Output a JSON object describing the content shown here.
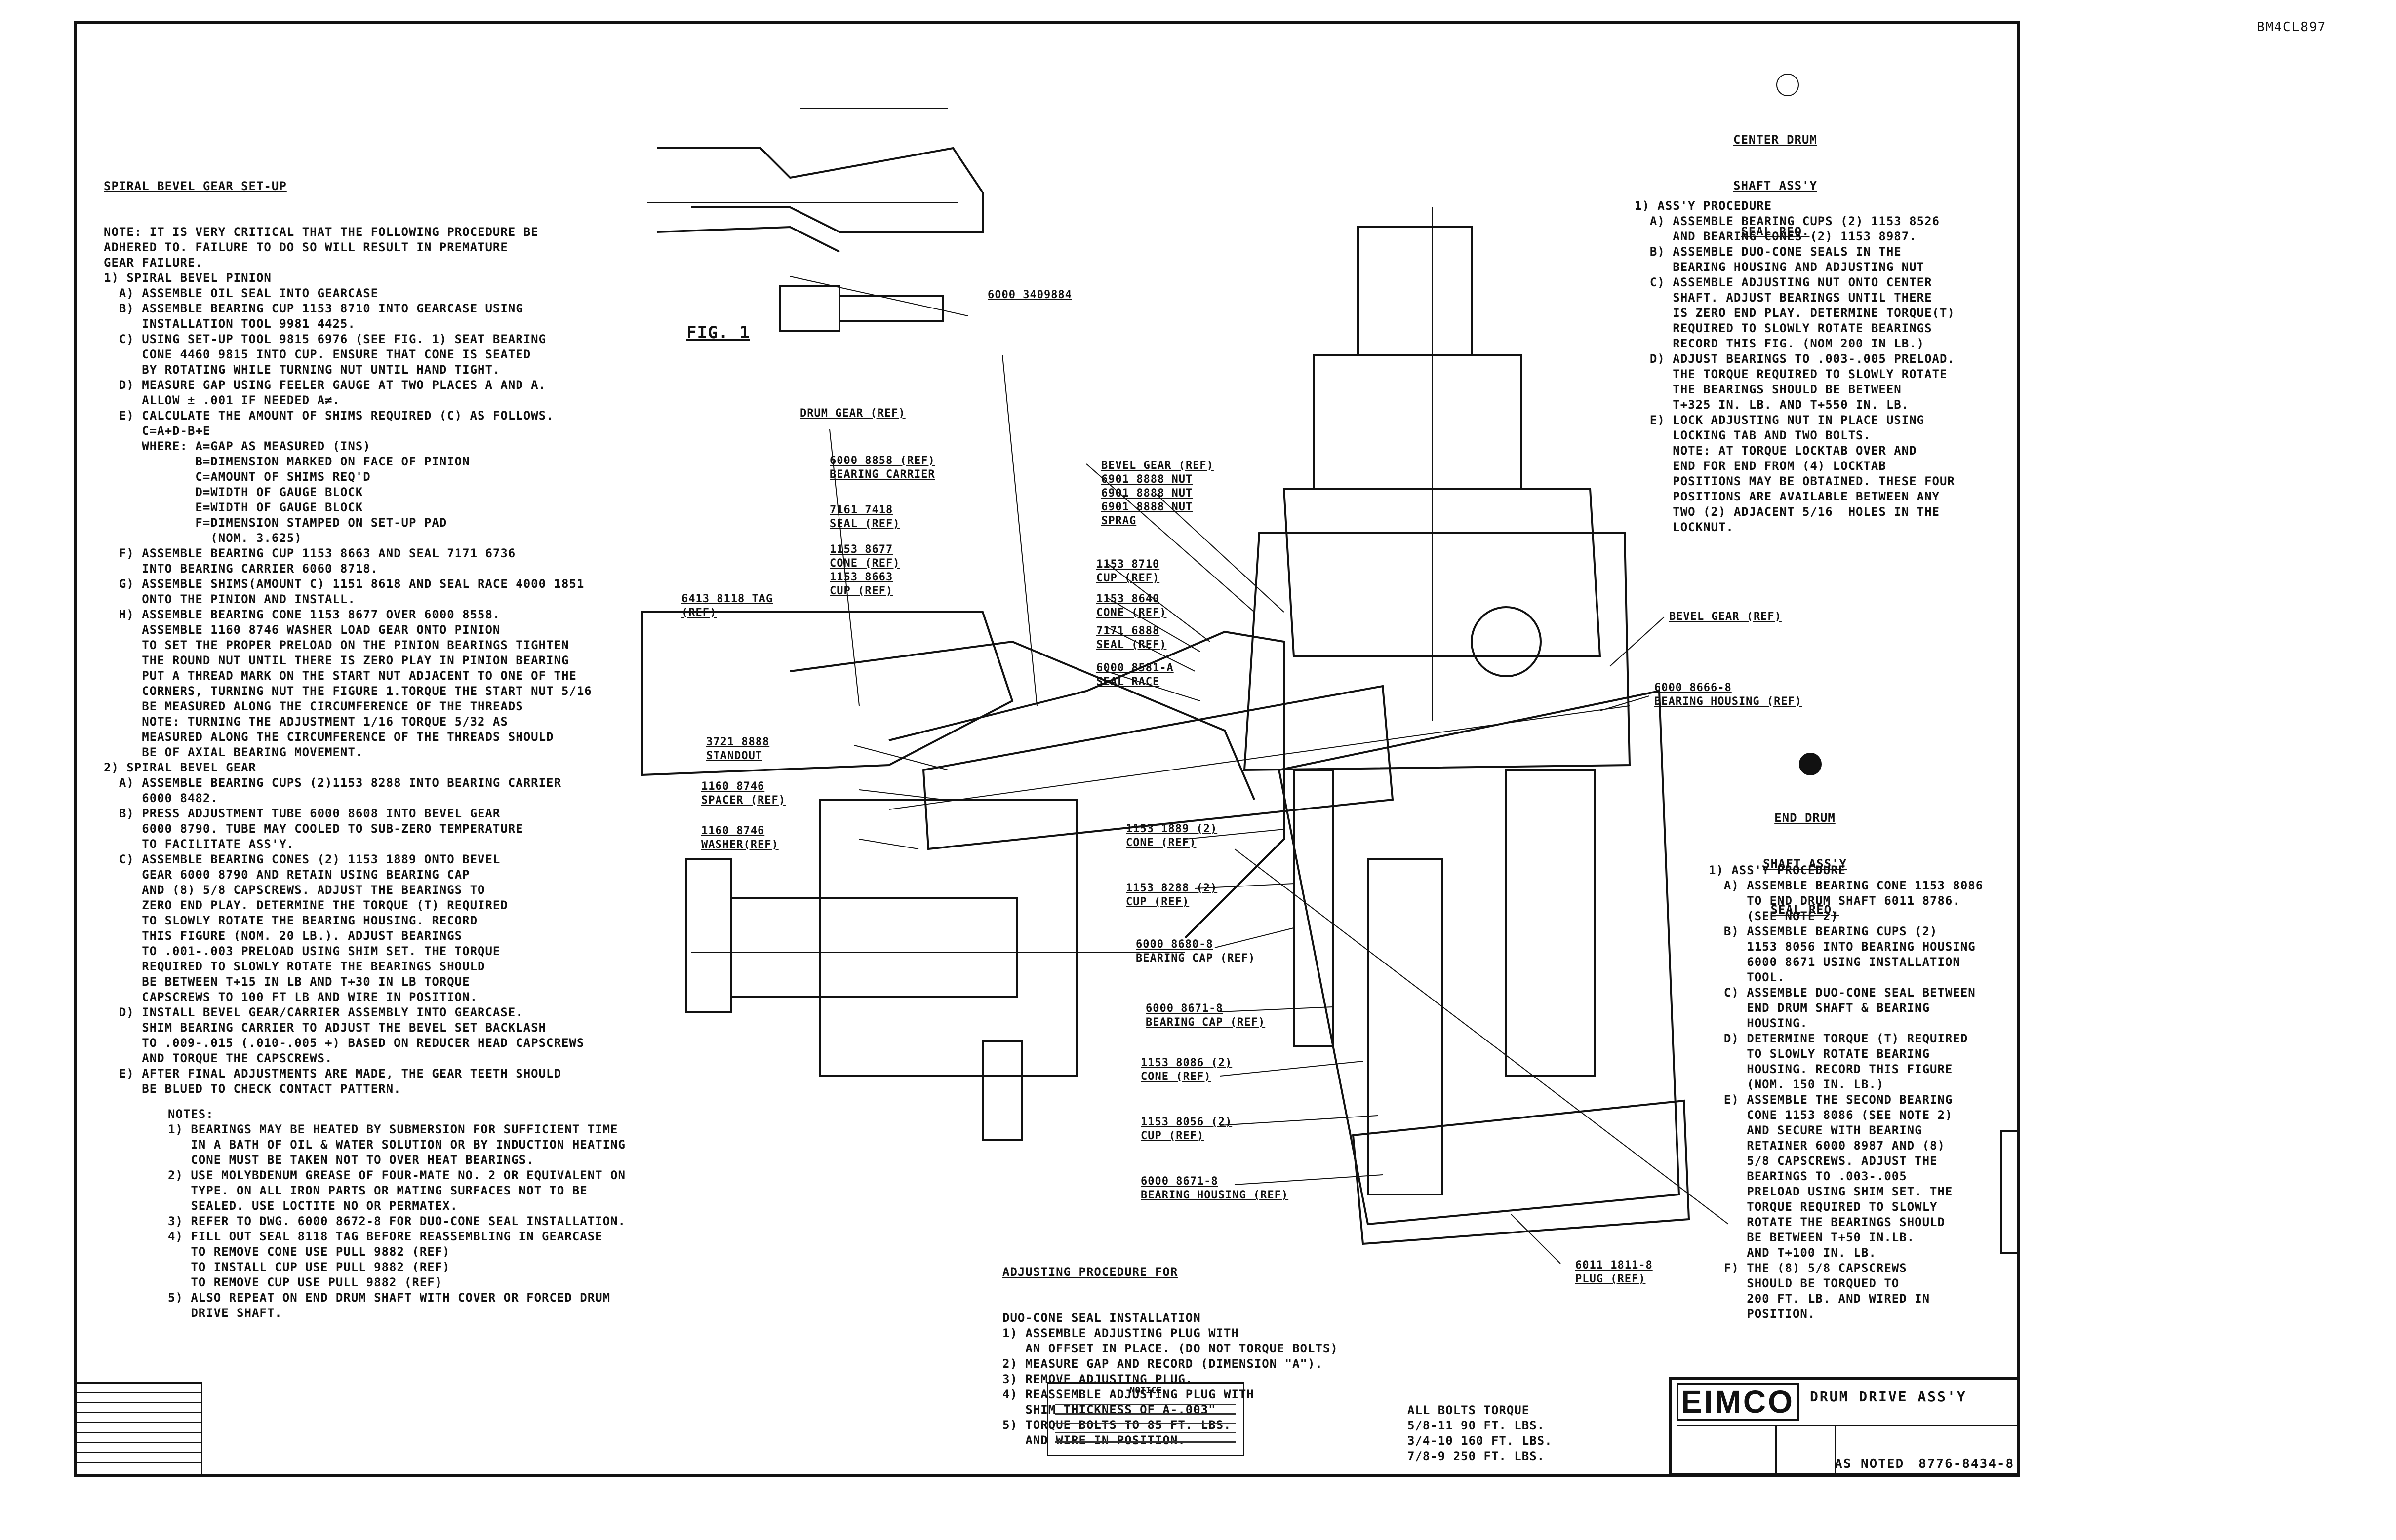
{
  "stamp": "BM4CL897",
  "notes": {
    "setup_title": "SPIRAL BEVEL GEAR SET-UP",
    "setup_body": [
      "NOTE: IT IS VERY CRITICAL THAT THE FOLLOWING PROCEDURE BE",
      "ADHERED TO. FAILURE TO DO SO WILL RESULT IN PREMATURE",
      "GEAR FAILURE.",
      "1) SPIRAL BEVEL PINION",
      "  A) ASSEMBLE OIL SEAL INTO GEARCASE",
      "  B) ASSEMBLE BEARING CUP 1153 8710 INTO GEARCASE USING",
      "     INSTALLATION TOOL 9981 4425.",
      "  C) USING SET-UP TOOL 9815 6976 (SEE FIG. 1) SEAT BEARING",
      "     CONE 4460 9815 INTO CUP. ENSURE THAT CONE IS SEATED",
      "     BY ROTATING WHILE TURNING NUT UNTIL HAND TIGHT.",
      "  D) MEASURE GAP USING FEELER GAUGE AT TWO PLACES A AND A.",
      "     ALLOW ± .001 IF NEEDED A≠.",
      "  E) CALCULATE THE AMOUNT OF SHIMS REQUIRED (C) AS FOLLOWS.",
      "     C=A+D-B+E",
      "     WHERE: A=GAP AS MEASURED (INS)",
      "            B=DIMENSION MARKED ON FACE OF PINION",
      "            C=AMOUNT OF SHIMS REQ'D",
      "            D=WIDTH OF GAUGE BLOCK",
      "            E=WIDTH OF GAUGE BLOCK",
      "            F=DIMENSION STAMPED ON SET-UP PAD",
      "              (NOM. 3.625)",
      "  F) ASSEMBLE BEARING CUP 1153 8663 AND SEAL 7171 6736",
      "     INTO BEARING CARRIER 6060 8718.",
      "  G) ASSEMBLE SHIMS(AMOUNT C) 1151 8618 AND SEAL RACE 4000 1851",
      "     ONTO THE PINION AND INSTALL.",
      "  H) ASSEMBLE BEARING CONE 1153 8677 OVER 6000 8558.",
      "     ASSEMBLE 1160 8746 WASHER LOAD GEAR ONTO PINION",
      "     TO SET THE PROPER PRELOAD ON THE PINION BEARINGS TIGHTEN",
      "     THE ROUND NUT UNTIL THERE IS ZERO PLAY IN PINION BEARING",
      "     PUT A THREAD MARK ON THE START NUT ADJACENT TO ONE OF THE",
      "     CORNERS, TURNING NUT THE FIGURE 1.TORQUE THE START NUT 5/16",
      "     BE MEASURED ALONG THE CIRCUMFERENCE OF THE THREADS",
      "     NOTE: TURNING THE ADJUSTMENT 1/16 TORQUE 5/32 AS",
      "     MEASURED ALONG THE CIRCUMFERENCE OF THE THREADS SHOULD",
      "     BE OF AXIAL BEARING MOVEMENT.",
      "2) SPIRAL BEVEL GEAR",
      "  A) ASSEMBLE BEARING CUPS (2)1153 8288 INTO BEARING CARRIER",
      "     6000 8482.",
      "  B) PRESS ADJUSTMENT TUBE 6000 8608 INTO BEVEL GEAR",
      "     6000 8790. TUBE MAY COOLED TO SUB-ZERO TEMPERATURE",
      "     TO FACILITATE ASS'Y.",
      "  C) ASSEMBLE BEARING CONES (2) 1153 1889 ONTO BEVEL",
      "     GEAR 6000 8790 AND RETAIN USING BEARING CAP",
      "     AND (8) 5/8 CAPSCREWS. ADJUST THE BEARINGS TO",
      "     ZERO END PLAY. DETERMINE THE TORQUE (T) REQUIRED",
      "     TO SLOWLY ROTATE THE BEARING HOUSING. RECORD",
      "     THIS FIGURE (NOM. 20 LB.). ADJUST BEARINGS",
      "     TO .001-.003 PRELOAD USING SHIM SET. THE TORQUE",
      "     REQUIRED TO SLOWLY ROTATE THE BEARINGS SHOULD",
      "     BE BETWEEN T+15 IN LB AND T+30 IN LB TORQUE",
      "     CAPSCREWS TO 100 FT LB AND WIRE IN POSITION.",
      "  D) INSTALL BEVEL GEAR/CARRIER ASSEMBLY INTO GEARCASE.",
      "     SHIM BEARING CARRIER TO ADJUST THE BEVEL SET BACKLASH",
      "     TO .009-.015 (.010-.005 +) BASED ON REDUCER HEAD CAPSCREWS",
      "     AND TORQUE THE CAPSCREWS.",
      "  E) AFTER FINAL ADJUSTMENTS ARE MADE, THE GEAR TEETH SHOULD",
      "     BE BLUED TO CHECK CONTACT PATTERN."
    ],
    "right_title_1": "CENTER DRUM",
    "right_title_2": "SHAFT ASS'Y",
    "right_title_3": "SEAL REQ.",
    "right_body": [
      "1) ASS'Y PROCEDURE",
      "  A) ASSEMBLE BEARING CUPS (2) 1153 8526",
      "     AND BEARING CONES (2) 1153 8987.",
      "  B) ASSEMBLE DUO-CONE SEALS IN THE",
      "     BEARING HOUSING AND ADJUSTING NUT",
      "  C) ASSEMBLE ADJUSTING NUT ONTO CENTER",
      "     SHAFT. ADJUST BEARINGS UNTIL THERE",
      "     IS ZERO END PLAY. DETERMINE TORQUE(T)",
      "     REQUIRED TO SLOWLY ROTATE BEARINGS",
      "     RECORD THIS FIG. (NOM 200 IN LB.)",
      "  D) ADJUST BEARINGS TO .003-.005 PRELOAD.",
      "     THE TORQUE REQUIRED TO SLOWLY ROTATE",
      "     THE BEARINGS SHOULD BE BETWEEN",
      "     T+325 IN. LB. AND T+550 IN. LB.",
      "  E) LOCK ADJUSTING NUT IN PLACE USING",
      "     LOCKING TAB AND TWO BOLTS.",
      "     NOTE: AT TORQUE LOCKTAB OVER AND",
      "     END FOR END FROM (4) LOCKTAB",
      "     POSITIONS MAY BE OBTAINED. THESE FOUR",
      "     POSITIONS ARE AVAILABLE BETWEEN ANY",
      "     TWO (2) ADJACENT 5/16  HOLES IN THE",
      "     LOCKNUT."
    ],
    "end_title_1": "END DRUM",
    "end_title_2": "SHAFT ASS'Y",
    "end_title_3": "SEAL REQ.",
    "end_body": [
      "1) ASS'Y PROCEDURE",
      "  A) ASSEMBLE BEARING CONE 1153 8086",
      "     TO END DRUM SHAFT 6011 8786.",
      "     (SEE NOTE 2)",
      "  B) ASSEMBLE BEARING CUPS (2)",
      "     1153 8056 INTO BEARING HOUSING",
      "     6000 8671 USING INSTALLATION",
      "     TOOL.",
      "  C) ASSEMBLE DUO-CONE SEAL BETWEEN",
      "     END DRUM SHAFT & BEARING",
      "     HOUSING.",
      "  D) DETERMINE TORQUE (T) REQUIRED",
      "     TO SLOWLY ROTATE BEARING",
      "     HOUSING. RECORD THIS FIGURE",
      "     (NOM. 150 IN. LB.)",
      "  E) ASSEMBLE THE SECOND BEARING",
      "     CONE 1153 8086 (SEE NOTE 2)",
      "     AND SECURE WITH BEARING",
      "     RETAINER 6000 8987 AND (8)",
      "     5/8 CAPSCREWS. ADJUST THE",
      "     BEARINGS TO .003-.005",
      "     PRELOAD USING SHIM SET. THE",
      "     TORQUE REQUIRED TO SLOWLY",
      "     ROTATE THE BEARINGS SHOULD",
      "     BE BETWEEN T+50 IN.LB.",
      "     AND T+100 IN. LB.",
      "  F) THE (8) 5/8 CAPSCREWS",
      "     SHOULD BE TORQUED TO",
      "     200 FT. LB. AND WIRED IN",
      "     POSITION."
    ],
    "bottom_notes": [
      "NOTES:",
      "1) BEARINGS MAY BE HEATED BY SUBMERSION FOR SUFFICIENT TIME",
      "   IN A BATH OF OIL & WATER SOLUTION OR BY INDUCTION HEATING",
      "   CONE MUST BE TAKEN NOT TO OVER HEAT BEARINGS.",
      "2) USE MOLYBDENUM GREASE OF FOUR-MATE NO. 2 OR EQUIVALENT ON",
      "   TYPE. ON ALL IRON PARTS OR MATING SURFACES NOT TO BE",
      "   SEALED. USE LOCTITE NO OR PERMATEX.",
      "3) REFER TO DWG. 6000 8672-8 FOR DUO-CONE SEAL INSTALLATION.",
      "4) FILL OUT SEAL 8118 TAG BEFORE REASSEMBLING IN GEARCASE",
      "   TO REMOVE CONE USE PULL 9882 (REF)",
      "   TO INSTALL CUP USE PULL 9882 (REF)",
      "   TO REMOVE CUP USE PULL 9882 (REF)",
      "5) ALSO REPEAT ON END DRUM SHAFT WITH COVER OR FORCED DRUM",
      "   DRIVE SHAFT."
    ],
    "adjust_title": "ADJUSTING PROCEDURE FOR",
    "adjust_body": [
      "DUO-CONE SEAL INSTALLATION",
      "1) ASSEMBLE ADJUSTING PLUG WITH",
      "   AN OFFSET IN PLACE. (DO NOT TORQUE BOLTS)",
      "2) MEASURE GAP AND RECORD (DIMENSION \"A\").",
      "3) REMOVE ADJUSTING PLUG.",
      "4) REASSEMBLE ADJUSTING PLUG WITH",
      "   SHIM THICKNESS OF A-.003\"",
      "5) TORQUE BOLTS TO 85 FT. LBS.",
      "   AND WIRE IN POSITION."
    ],
    "torque_body": [
      "ALL BOLTS TORQUE",
      "5/8-11 90 FT. LBS.",
      "3/4-10 160 FT. LBS.",
      "7/8-9 250 FT. LBS."
    ]
  },
  "callouts": [
    {
      "text": "6000 8858 (REF)\nBEARING CARRIER"
    },
    {
      "text": "7161 7418\nSEAL (REF)"
    },
    {
      "text": "1153 8677\nCONE (REF)\n1153 8663\nCUP (REF)"
    },
    {
      "text": "BEVEL GEAR (REF)\n6901 8888 NUT\n6901 8888 NUT\n6901 8888 NUT\nSPRAG"
    },
    {
      "text": "1153 8710\nCUP (REF)"
    },
    {
      "text": "1153 8640\nCONE (REF)"
    },
    {
      "text": "7171 6888\nSEAL (REF)"
    },
    {
      "text": "6000 8581-A\nSEAL RACE"
    },
    {
      "text": "BEVEL GEAR (REF)"
    },
    {
      "text": "6000 8666-8\nBEARING HOUSING (REF)"
    },
    {
      "text": "6413 8118 TAG\n(REF)"
    },
    {
      "text": "3721 8888\nSTANDOUT"
    },
    {
      "text": "1160 8746\nSPACER (REF)"
    },
    {
      "text": "1160 8746\nWASHER(REF)"
    },
    {
      "text": "1153 1889 (2)\nCONE (REF)"
    },
    {
      "text": "1153 8288 (2)\nCUP (REF)"
    },
    {
      "text": "6000 8680-8\nBEARING CAP (REF)"
    },
    {
      "text": "6000 8671-8\nBEARING CAP (REF)"
    },
    {
      "text": "1153 8086 (2)\nCONE (REF)"
    },
    {
      "text": "1153 8056 (2)\nCUP (REF)"
    },
    {
      "text": "6000 8671-8\nBEARING HOUSING (REF)"
    },
    {
      "text": "6011 1811-8\nPLUG (REF)"
    },
    {
      "text": "6000 3409884"
    },
    {
      "text": "DRUM GEAR (REF)"
    },
    {
      "text": "FIG. 1"
    }
  ],
  "title_block": {
    "logo": "EIMCO",
    "title": "DRUM DRIVE ASS'Y",
    "sheet": "AS NOTED",
    "dwg_no": "8776-8434-8"
  },
  "notice_title": "NOTICE"
}
